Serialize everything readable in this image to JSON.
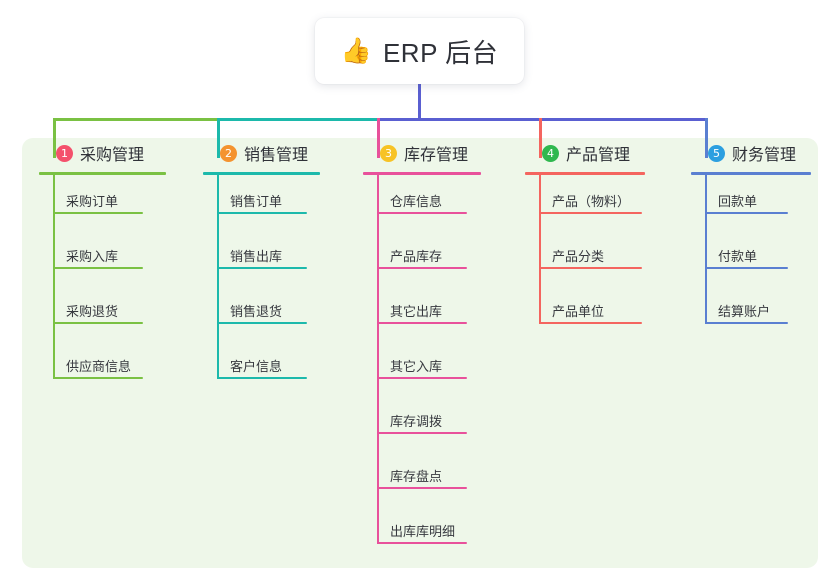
{
  "title": {
    "emoji": "👍",
    "emoji_name": "thumbs-up-icon",
    "text": "ERP 后台"
  },
  "colors": {
    "panel_bg": "#eef7e9",
    "page_bg": "#ffffff",
    "trunk": "#5a5fd1",
    "col1": "#7ac143",
    "col2": "#1cb9ab",
    "col3": "#e8519b",
    "col4": "#f4655f",
    "col5": "#5a7fd1",
    "badge1": "#f4516c",
    "badge2": "#f4932f",
    "badge3": "#f7c325",
    "badge4": "#2fb84f",
    "badge5": "#2c9fe0",
    "text": "#2f3138"
  },
  "columns": [
    {
      "index": "1",
      "badge_color": "#f4516c",
      "line_color": "#7ac143",
      "title": "采购管理",
      "items": [
        "采购订单",
        "采购入库",
        "采购退货",
        "供应商信息"
      ]
    },
    {
      "index": "2",
      "badge_color": "#f4932f",
      "line_color": "#1cb9ab",
      "title": "销售管理",
      "items": [
        "销售订单",
        "销售出库",
        "销售退货",
        "客户信息"
      ]
    },
    {
      "index": "3",
      "badge_color": "#f7c325",
      "line_color": "#e8519b",
      "title": "库存管理",
      "items": [
        "仓库信息",
        "产品库存",
        "其它出库",
        "其它入库",
        "库存调拨",
        "库存盘点",
        "出库库明细"
      ]
    },
    {
      "index": "4",
      "badge_color": "#2fb84f",
      "line_color": "#f4655f",
      "title": "产品管理",
      "items": [
        "产品（物料）",
        "产品分类",
        "产品单位"
      ]
    },
    {
      "index": "5",
      "badge_color": "#2c9fe0",
      "line_color": "#5a7fd1",
      "title": "财务管理",
      "items": [
        "回款单",
        "付款单",
        "结算账户"
      ]
    }
  ]
}
